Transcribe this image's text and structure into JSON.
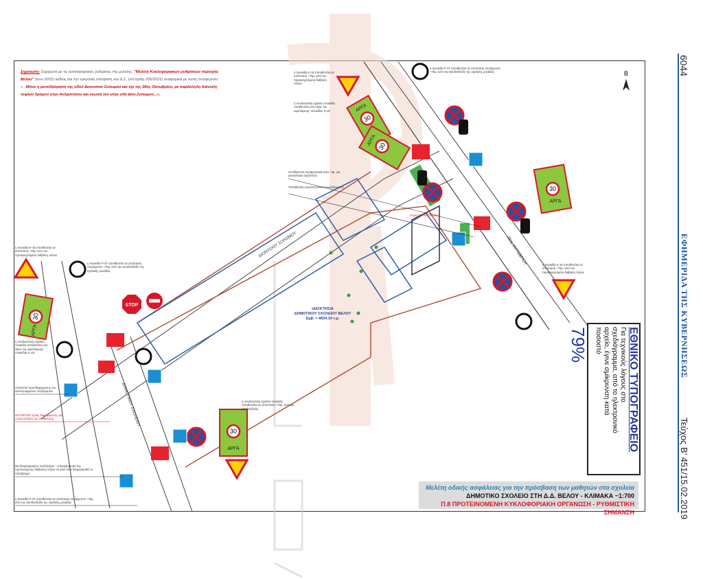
{
  "margin": {
    "page_number": "6044",
    "gazette_title": "ΕΦΗΜΕΡΙΔΑ ΤΗΣ ΚΥΒΕΡΝΗΣΕΩΣ",
    "issue": "Τεύχος Β’ 451/15.02.2019"
  },
  "note": {
    "label": "Σημείωση:",
    "text1": " Σύμφωνα με τις κυκλοφοριακές ρυθμίσεις της μελέτης: ",
    "study": "\"Μελέτη Κυκλοφοριακών ρυθμίσεων περιοχής Βέλου\"",
    "text2": " (Ιουν.2015) καθώς και την εγκριτική απόφαση του Δ.Σ. (υπ'αριθμ.206/2015) αναφορικά με αυτές αναφέρεται: «...",
    "emphasis": "Μόνο η μονοδρόμηση της οδού Διονυσίου Σολωμού και όχι της 28ης Οκτωβρίου, με παράλληλη διάνοιξη τυφλού δρόμου στην Ανδρούτσου και ένωσή του στην οδό Διον.Σολωμού...»."
  },
  "north_label": "Β",
  "streets": {
    "solomou": "ΔΙΟΝΥΣΙΟΥ ΣΟΛΩΜΟΥ",
    "oktovriou": "28ης ΟΚΤΩΒΡΙΟΥ",
    "dimotikou": "ΔΗΜΟΤΙΚΟΥ ΣΧΟΛΕΙΟΥ"
  },
  "school": {
    "line1": "ΙΔΙΟΚΤΗΣΙΑ",
    "line2": "ΔΗΜΟΤΙΚΟΥ ΣΧΟΛΕΙΟΥ ΒΕΛΟΥ",
    "line3": "Εμβ. = 4834.14 τ.μ."
  },
  "signs": {
    "slow": "ΑΡΓΑ",
    "speed": "30",
    "stop": "STOP"
  },
  "annotations": [
    "η πινακίδα Κ-15 τοποθετείται σε απόσταση ~75μ. από την προαναγγελμένη διάβαση πεζών",
    "η πινακίδα Ρ-37 τοποθετείται σε απόσταση τουλάχιστον ~75μ. από την είσοδο/έξοδο της σχολικής μονάδας",
    "η συνδυαστική σχολική πινακίδα τοποθετείται στο ύψος της υφιστάμενης πινακίδας Κ-16",
    "αποθήκευση περιφερειακά κατά ~3μ. για μεγαλύτερη ορατότητα",
    "Τοποθέτηση προστατευτικού κιγκλιδώματος",
    "η πινακίδα Κ-15 τοποθετείται σε απόσταση ~75μ. από την προαναγγελμένη διάβαση πεζών",
    "η πινακίδα Ρ-37 τοποθετείται σε απόσταση τουλάχιστον ~75μ. από την είσοδο/έξοδο της σχολικής μονάδας",
    "η συνδυαστική σχολική πινακίδα τοποθετείται σε απόσταση ~75μ. από την είσοδο/έξοδο",
    "Απαιτείται προσθαφαιρεσης του κατεστραμμένου πεζοδρομίου",
    "ΔΙΑΤΗΡΗΣΗ ήπιας διαμόρφωσης για ενεργοποίηση της στάθμευσης",
    "Μη διαμορφωμένο πεζοδρόμιο - Η διαμόρφωση της προτεινόμενης διάβασης πεζών να γίνει όταν διαμορφωθεί το πεζοδρόμιο",
    "η πινακίδα Ρ-37 τοποθετείται σε απόσταση τουλάχιστον ~75μ. από την είσοδο/έξοδο της σχολικής μονάδας",
    "η συνδυαστική σχολική πινακίδα τοποθετείται στο ύψος της υφιστάμενης πινακίδας Κ-16",
    "η πινακίδα Κ-15 τοποθετείται σε απόσταση ~75μ. από την προαναγγελμένη διάβαση πεζών",
    "Κύρια Είσοδος/Έξοδος"
  ],
  "stamp": {
    "title": "ΕΘΝΙΚΟ ΤΥΠΟΓΡΑΦΕΙΟ",
    "text": "Για τεχνικούς λόγους στο σχεδιάγραμμα, από το ηλεκτρονικό αρχείο, έγινε σμίκρυνση κατά ποσοστό",
    "percent": "79%"
  },
  "title_block": {
    "line1": "Μελέτη οδικής ασφάλειας για την πρόσβαση των μαθητών στα σχολεία",
    "line2": "ΔΗΜΟΤΙΚΟ ΣΧΟΛΕΙΟ ΣΤΗ Δ.Δ. ΒΕΛΟΥ - ΚΛΙΜΑΚΑ ~1:700",
    "line3": "Π.8 ΠΡΟΤΕΙΝΟΜΕΝΗ ΚΥΚΛΟΦΟΡΙΑΚΗ ΟΡΓΑΝΩΣΗ -  ΡΥΘΜΙΣΤΙΚΗ ΣΗΜΑΝΣΗ"
  },
  "colors": {
    "red": "#d8182a",
    "blue": "#1f5f9c",
    "green": "#8dc63f",
    "watermark": "#f3d7cc"
  }
}
